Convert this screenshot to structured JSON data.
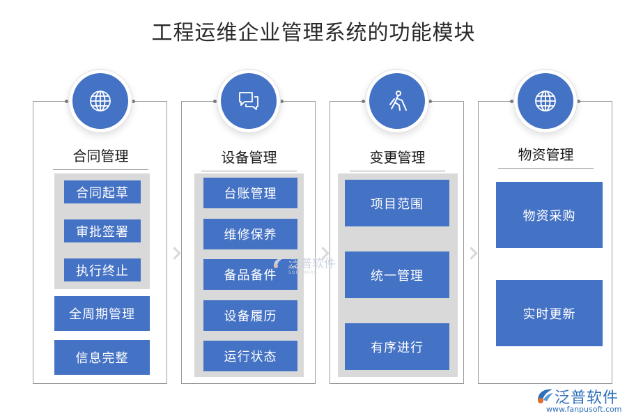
{
  "title": "工程运维企业管理系统的功能模块",
  "columns": [
    {
      "title": "合同管理",
      "icon": "globe-icon",
      "grouped_items": [
        "合同起草",
        "审批签署",
        "执行终止"
      ],
      "items": [
        "全周期管理",
        "信息完整"
      ]
    },
    {
      "title": "设备管理",
      "icon": "chat-bubbles-icon",
      "grouped_items": [
        "台账管理",
        "维修保养",
        "备品备件",
        "设备履历",
        "运行状态"
      ]
    },
    {
      "title": "变更管理",
      "icon": "person-pushing-icon",
      "grouped_items": [
        "项目范围",
        "统一管理",
        "有序进行"
      ]
    },
    {
      "title": "物资管理",
      "icon": "globe-icon",
      "items": [
        "物资采购",
        "实时更新"
      ]
    }
  ],
  "watermark": {
    "name": "泛普软件",
    "sub": "FANPU SOFTWARE"
  },
  "brand": {
    "name": "泛普软件",
    "url": "www.fanpusoft.com"
  },
  "colors": {
    "box": "#4472c4",
    "panel": "#d9d9d9",
    "circle": "#4472c4"
  }
}
